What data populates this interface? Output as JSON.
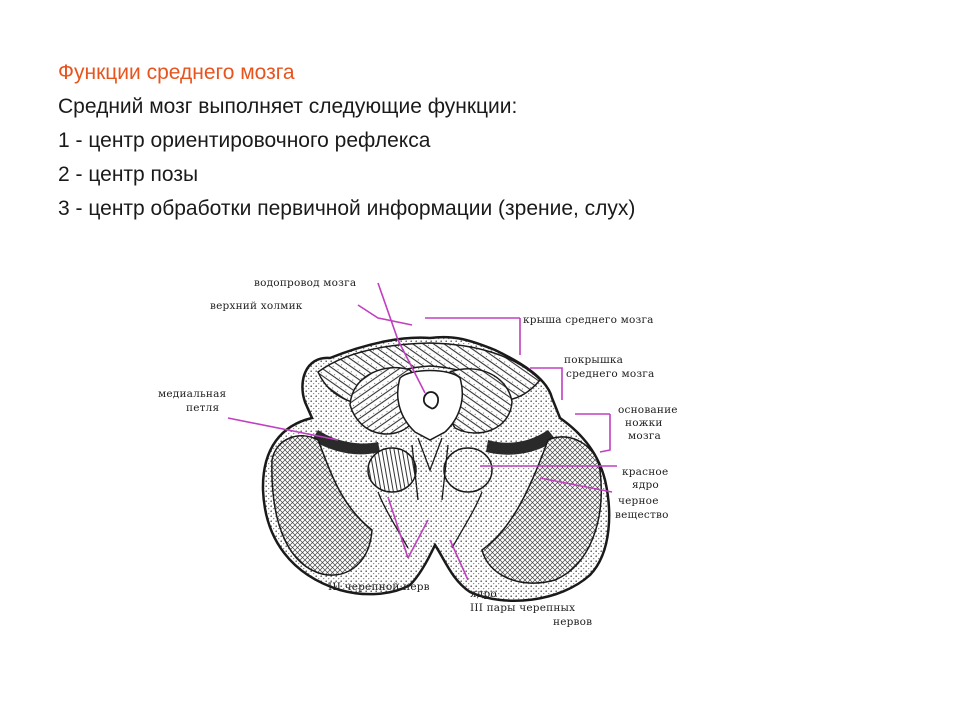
{
  "slide": {
    "title": "Функции среднего мозга",
    "intro": "Средний мозг выполняет следующие функции:",
    "items": [
      "1 - центр ориентировочного рефлекса",
      "2 - центр позы",
      "3 - центр обработки первичной информации (зрение, слух)"
    ]
  },
  "diagram": {
    "labels": {
      "aqueduct": "водопровод мозга",
      "superior_colliculus": "верхний холмик",
      "tectum": "крыша среднего мозга",
      "tegmentum_1": "покрышка",
      "tegmentum_2": "среднего мозга",
      "medial_lemniscus_1": "медиальная",
      "medial_lemniscus_2": "петля",
      "cerebral_peduncle_1": "основание",
      "cerebral_peduncle_2": "ножки",
      "cerebral_peduncle_3": "мозга",
      "red_nucleus_1": "красное",
      "red_nucleus_2": "ядро",
      "substantia_nigra_1": "черное",
      "substantia_nigra_2": "вещество",
      "cn3": "III черепной нерв",
      "cn3_nucleus_1": "ядро",
      "cn3_nucleus_2": "III пары черепных",
      "cn3_nucleus_3": "нервов"
    },
    "colors": {
      "title": "#e8541e",
      "pointer": "#c040c0",
      "outline": "#1a1a1a"
    }
  }
}
